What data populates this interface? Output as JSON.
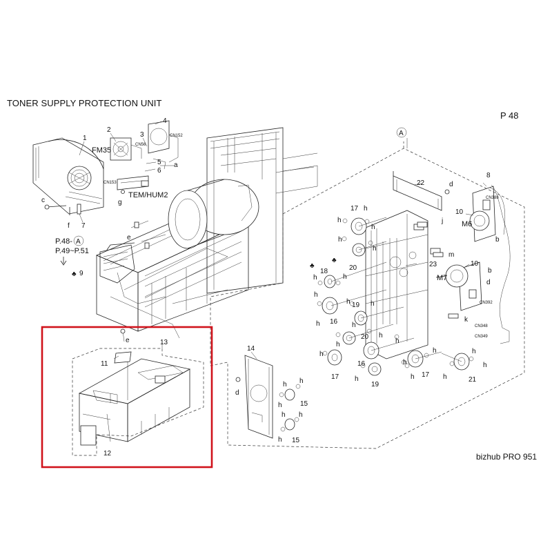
{
  "header": {
    "title": "TONER SUPPLY PROTECTION UNIT",
    "page": "P 48"
  },
  "footer": {
    "model": "bizhub PRO 951"
  },
  "references": {
    "circle_a": "A",
    "ref_p48": "P.48-",
    "ref_p49": "P.49~P.51",
    "club_mark": "♣"
  },
  "components": {
    "fm35": "FM35",
    "tem_hum2": "TEM/HUM2",
    "m6": "M6",
    "m7": "M7"
  },
  "connectors": {
    "cn152": "CN152",
    "cn153": "CN153",
    "cn56": "CN56",
    "cn388": "CN388",
    "cn392": "CN392",
    "cn348": "CN348",
    "cn349": "CN349"
  },
  "part_numbers": {
    "p1": "1",
    "p2": "2",
    "p3": "3",
    "p4": "4",
    "p5": "5",
    "p6": "6",
    "p7": "7",
    "p8": "8",
    "p9": "9",
    "p10a": "10",
    "p10b": "10",
    "p11": "11",
    "p12": "12",
    "p13": "13",
    "p14": "14",
    "p15a": "15",
    "p15b": "15",
    "p16a": "16",
    "p16b": "16",
    "p17a": "17",
    "p17b": "17",
    "p17c": "17",
    "p18": "18",
    "p19": "19",
    "p20a": "20",
    "p20b": "20",
    "p21": "21",
    "p22": "22",
    "p23": "23"
  },
  "letters": {
    "a": "a",
    "b": "b",
    "c": "c",
    "d": "d",
    "e": "e",
    "f": "f",
    "g": "g",
    "h": "h",
    "j": "j",
    "k": "k",
    "m": "m"
  }
}
